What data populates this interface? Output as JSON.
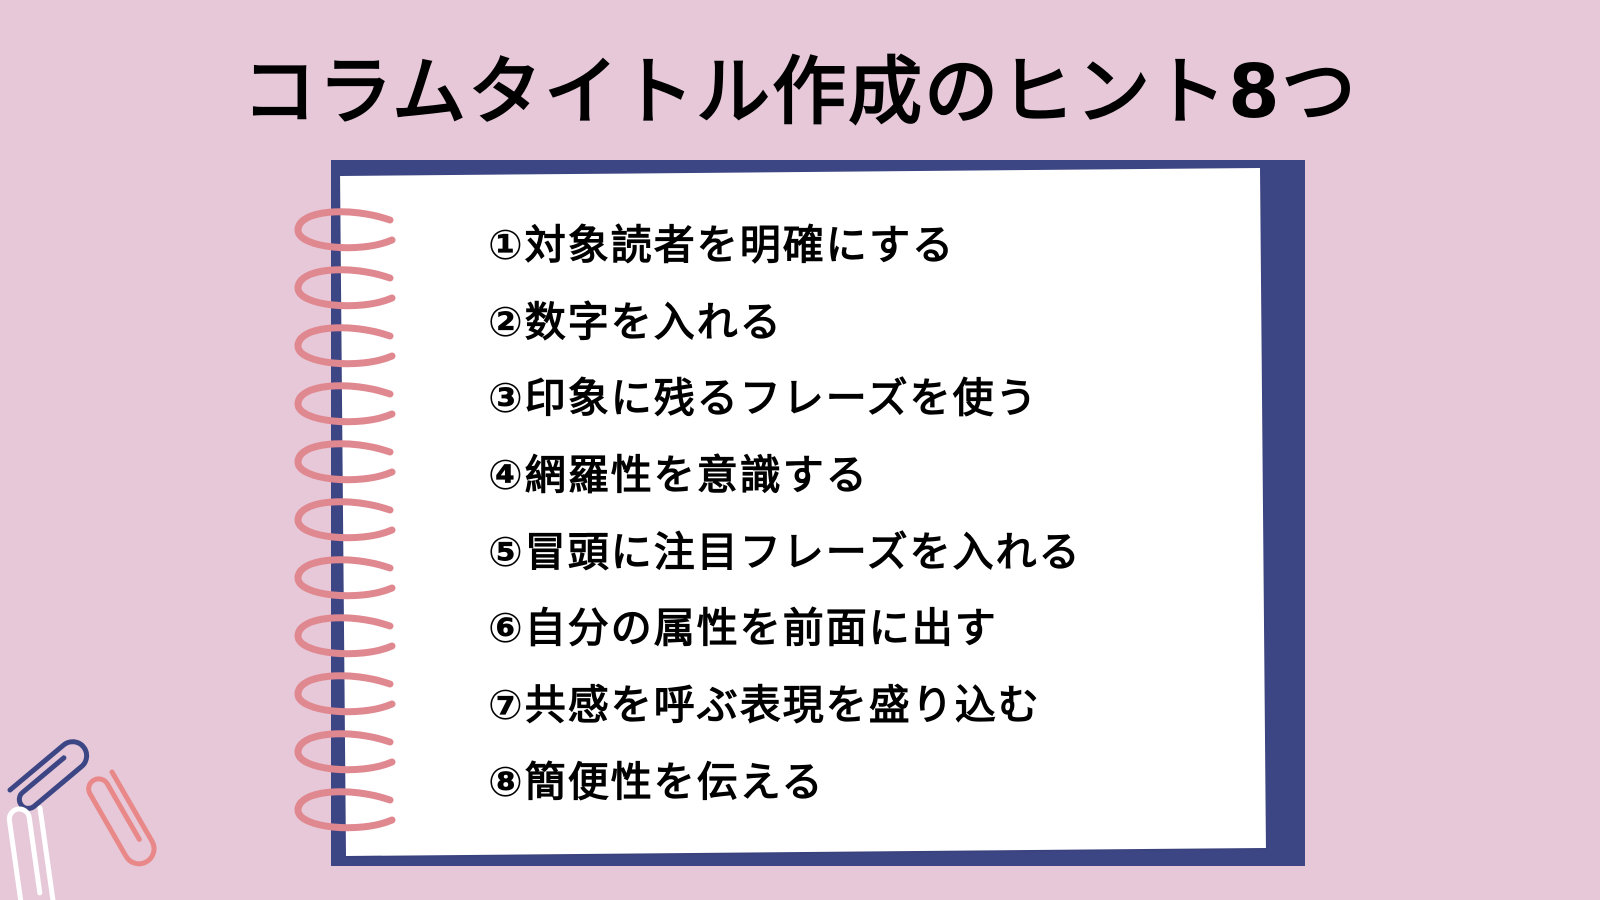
{
  "title": "コラムタイトル作成のヒント8つ",
  "hints": [
    "①対象読者を明確にする",
    "②数字を入れる",
    "③印象に残るフレーズを使う",
    "④網羅性を意識する",
    "⑤冒頭に注目フレーズを入れる",
    "⑥自分の属性を前面に出す",
    "⑦共感を呼ぶ表現を盛り込む",
    "⑧簡便性を伝える"
  ],
  "colors": {
    "background": "#e6c8d8",
    "notebook_back": "#3d4684",
    "ring": "#e08890",
    "clip_navy": "#3d4684",
    "clip_pink": "#e88888",
    "clip_white": "#ffffff"
  },
  "icons": [
    "spiral-ring-icon",
    "paperclip-icon"
  ]
}
